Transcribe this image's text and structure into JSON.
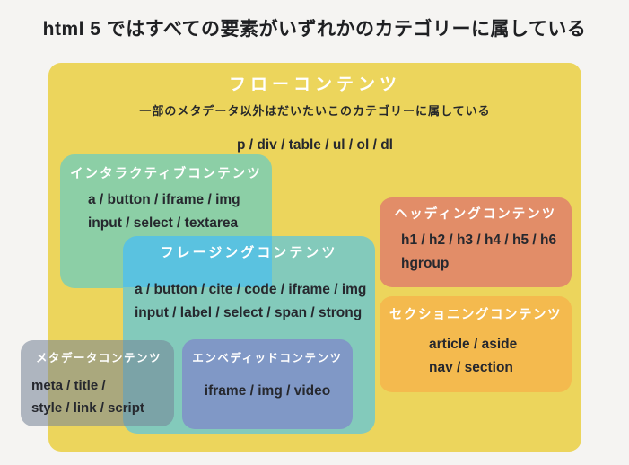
{
  "page": {
    "title": "html 5 ではすべての要素がいずれかのカテゴリーに属している",
    "background_color": "#f5f4f2",
    "title_color": "#1f2023"
  },
  "text_colors": {
    "heading_text": "#ffffff",
    "body_text": "#26282e"
  },
  "categories": {
    "flow": {
      "title": "フローコンテンツ",
      "subtitle": "一部のメタデータ以外はだいたいこのカテゴリーに属している",
      "elements": "p / div / table / ul / ol / dl",
      "color": "#ecd55c"
    },
    "interactive": {
      "title": "インタラクティブコンテンツ",
      "lines": [
        "a / button / iframe / img",
        "input / select / textarea"
      ],
      "color": "#8ccfa6"
    },
    "phrasing": {
      "title": "フレージングコンテンツ",
      "lines": [
        "a / button / cite / code / iframe / img",
        "input / label / select / span / strong"
      ],
      "color": "#83cabb",
      "overlap_with_interactive_color": "#5ac2e0"
    },
    "heading": {
      "title": "ヘッディングコンテンツ",
      "lines": [
        "h1 / h2 / h3 / h4 / h5 / h6",
        "hgroup"
      ],
      "color": "#e28d68"
    },
    "sectioning": {
      "title": "セクショニングコンテンツ",
      "lines": [
        "article / aside",
        "nav / section"
      ],
      "color": "#f4ba4e"
    },
    "metadata": {
      "title": "メタデータコンテンツ",
      "lines": [
        "meta / title /",
        "style / link / script"
      ],
      "color": "rgba(118,132,152,0.56)"
    },
    "embedded": {
      "title": "エンベディッドコンテンツ",
      "lines": [
        "iframe / img / video"
      ],
      "color": "#8098c6"
    }
  }
}
